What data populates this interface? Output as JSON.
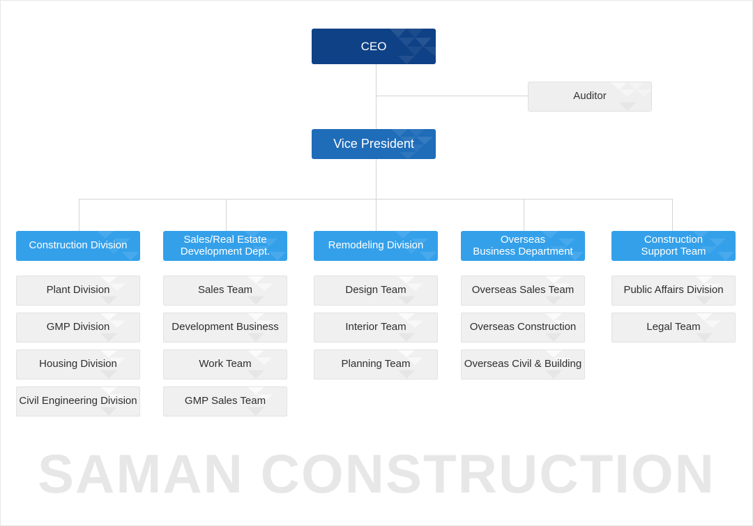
{
  "org": {
    "ceo": "CEO",
    "auditor": "Auditor",
    "vice_president": "Vice President"
  },
  "departments": [
    {
      "title": "Construction Division",
      "units": [
        "Plant Division",
        "GMP Division",
        "Housing Division",
        "Civil Engineering Division"
      ]
    },
    {
      "title": "Sales/Real Estate\nDevelopment Dept.",
      "units": [
        "Sales Team",
        "Development Business",
        "Work Team",
        "GMP Sales Team"
      ]
    },
    {
      "title": "Remodeling Division",
      "units": [
        "Design Team",
        "Interior Team",
        "Planning  Team"
      ]
    },
    {
      "title": "Overseas\nBusiness Department",
      "units": [
        "Overseas Sales Team",
        "Overseas Construction",
        "Overseas Civil & Building"
      ]
    },
    {
      "title": "Construction\nSupport Team",
      "units": [
        "Public Affairs Division",
        "Legal Team"
      ]
    }
  ],
  "watermark": "SAMAN CONSTRUCTION",
  "colors": {
    "ceo": "#0f4186",
    "vice_president": "#1f6cb9",
    "department_header": "#34a0ea",
    "unit_box": "#f0f0f0",
    "connector": "#d4d4d4"
  }
}
